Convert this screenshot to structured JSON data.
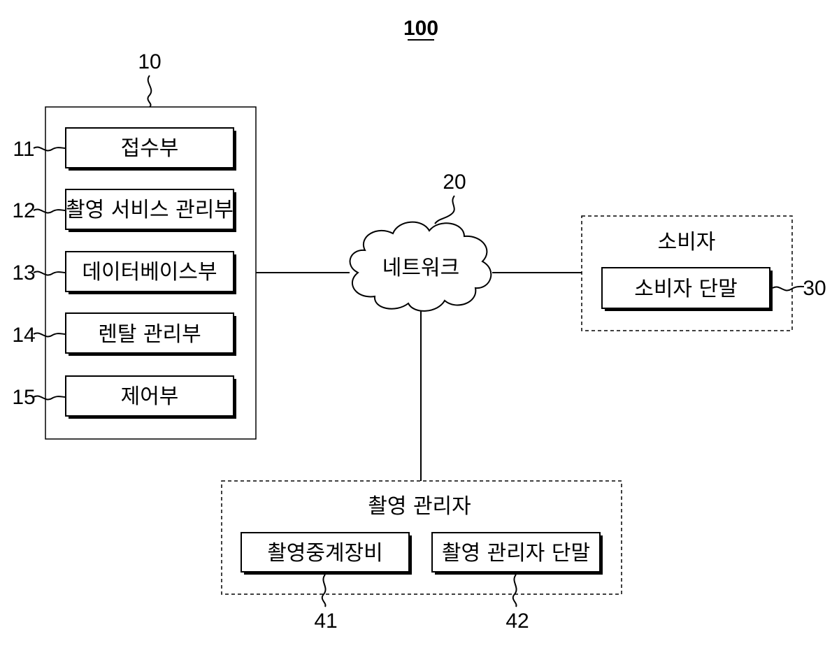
{
  "figure": {
    "title_ref": "100",
    "server": {
      "ref": "10",
      "modules": [
        {
          "ref": "11",
          "label": "접수부"
        },
        {
          "ref": "12",
          "label": "촬영 서비스 관리부"
        },
        {
          "ref": "13",
          "label": "데이터베이스부"
        },
        {
          "ref": "14",
          "label": "렌탈 관리부"
        },
        {
          "ref": "15",
          "label": "제어부"
        }
      ]
    },
    "network": {
      "ref": "20",
      "label": "네트워크"
    },
    "consumer": {
      "group_label": "소비자",
      "terminal_label": "소비자 단말",
      "ref": "30"
    },
    "manager": {
      "group_label": "촬영 관리자",
      "relay": {
        "label": "촬영중계장비",
        "ref": "41"
      },
      "terminal": {
        "label": "촬영 관리자 단말",
        "ref": "42"
      }
    }
  }
}
